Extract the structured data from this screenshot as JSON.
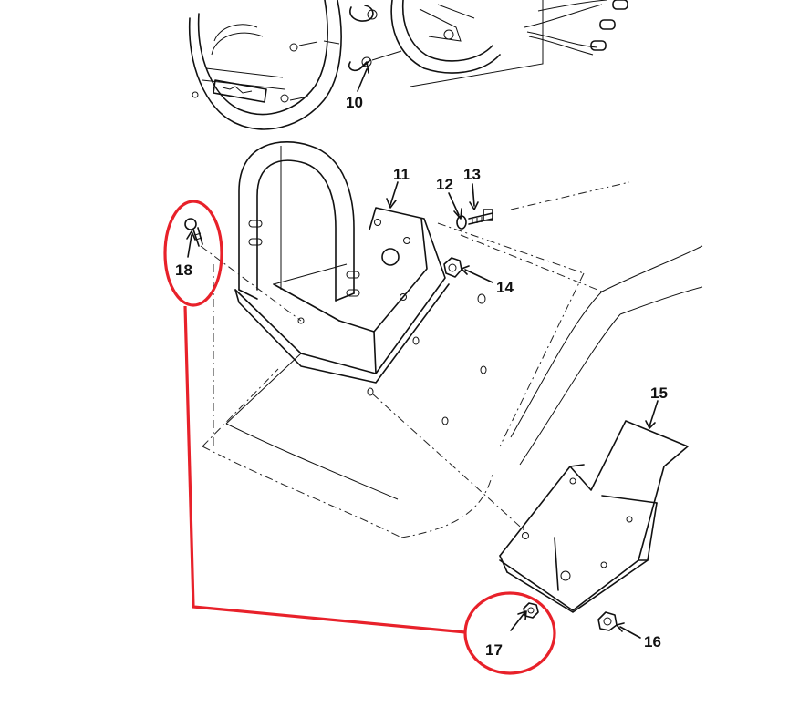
{
  "colors": {
    "ink": "#111111",
    "callout": "#e8212a",
    "background": "#ffffff"
  },
  "parts": [
    {
      "id": "10",
      "label": "10"
    },
    {
      "id": "11",
      "label": "11"
    },
    {
      "id": "12",
      "label": "12"
    },
    {
      "id": "13",
      "label": "13"
    },
    {
      "id": "14",
      "label": "14"
    },
    {
      "id": "15",
      "label": "15"
    },
    {
      "id": "16",
      "label": "16"
    },
    {
      "id": "17",
      "label": "17"
    },
    {
      "id": "18",
      "label": "18"
    }
  ],
  "highlight": {
    "circled_parts": [
      "18",
      "17"
    ],
    "connector": "18-to-17"
  }
}
